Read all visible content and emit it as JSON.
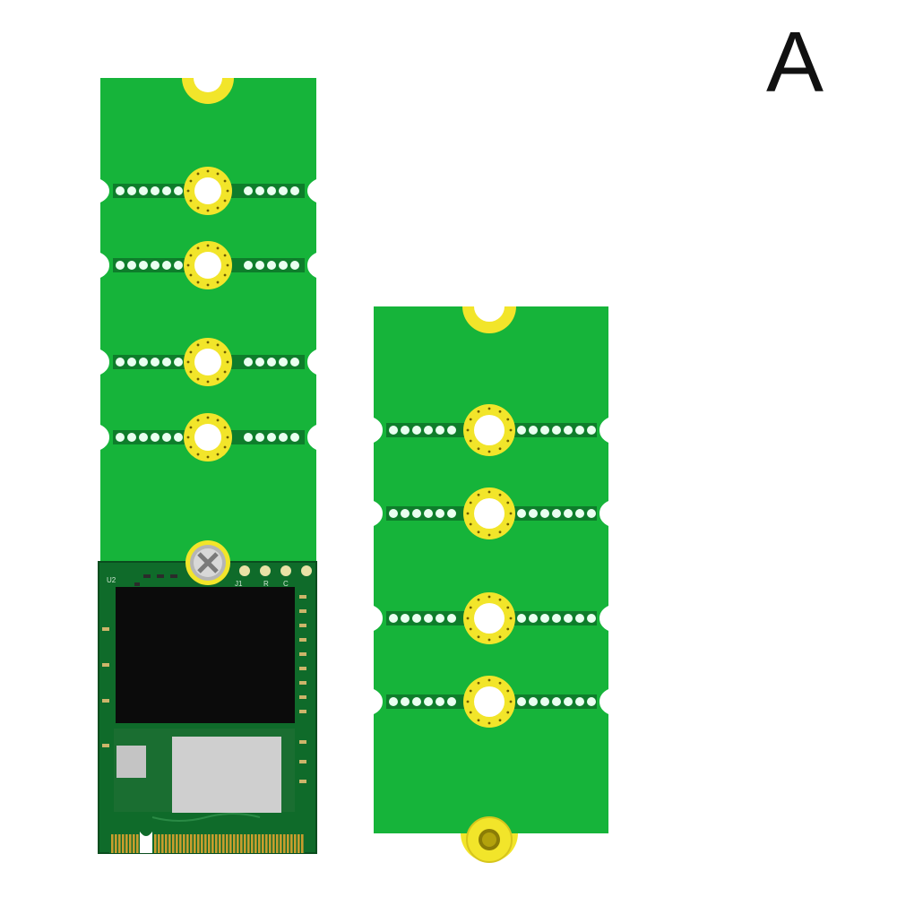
{
  "figure_label": "A",
  "colors": {
    "board_green": "#16b43a",
    "pad_yellow": "#f2e52a",
    "pcb_dark_green": "#0f6b2a",
    "chip_black": "#0b0b0b",
    "gold_contact": "#c99d2d",
    "screw_gray": "#c9c9c9",
    "dot_light": "#e9fff0"
  },
  "items": {
    "left_adapter": {
      "name": "m2-extension-adapter-left",
      "breaks": 4
    },
    "right_adapter": {
      "name": "m2-extension-adapter-right",
      "breaks": 4
    },
    "ssd": {
      "name": "m2-ssd-module",
      "silk_labels": [
        "U2",
        "J1",
        "R",
        "C"
      ]
    }
  }
}
